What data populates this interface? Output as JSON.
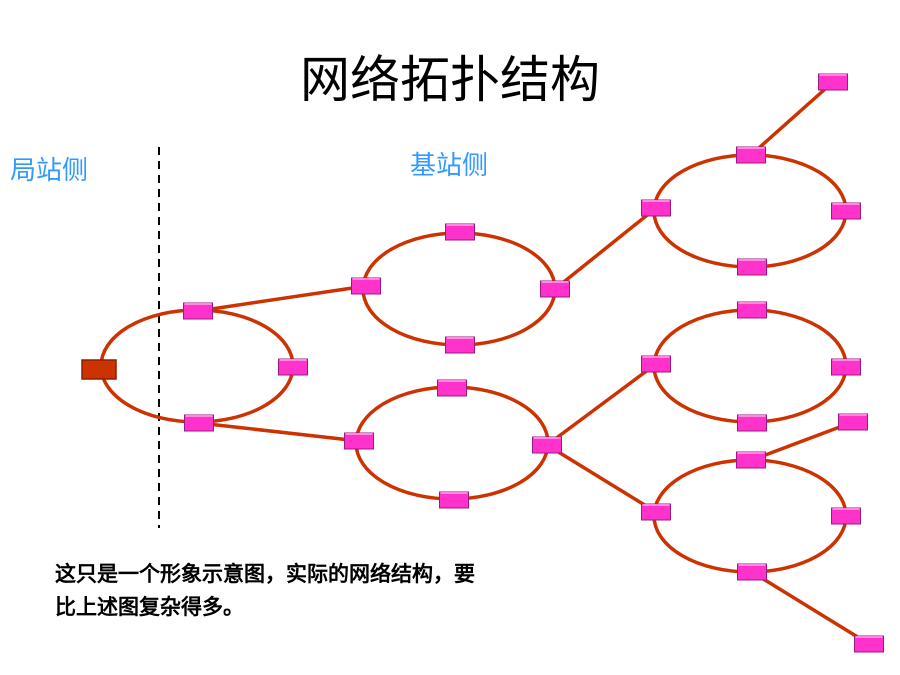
{
  "title": "网络拓扑结构",
  "labels": {
    "office_side": "局站侧",
    "base_side": "基站侧"
  },
  "note": [
    "这只是一个形象示意图，实际的网络结构，要",
    "比上述图复杂得多。"
  ],
  "colors": {
    "ring": "#cc3300",
    "node": "#ff33cc",
    "core_node": "#cc3300",
    "office_label": "#3399ff"
  }
}
